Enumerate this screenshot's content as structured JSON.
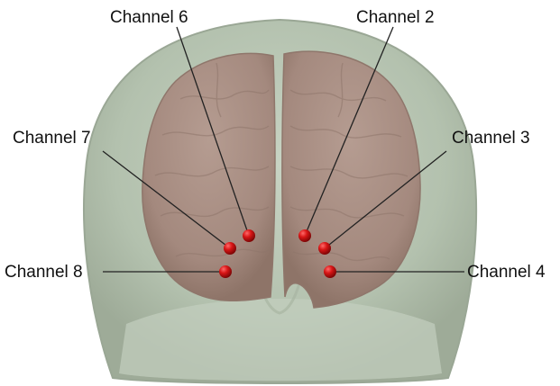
{
  "colors": {
    "head_fill": "#b9c6b4",
    "head_edge": "#9aa795",
    "brain_fill": "#a88e83",
    "brain_shade": "#8f766b",
    "electrode": "#cc1010",
    "leader_line": "#222222"
  },
  "channels": [
    {
      "id": "channel-6",
      "label": "Channel 6"
    },
    {
      "id": "channel-2",
      "label": "Channel 2"
    },
    {
      "id": "channel-7",
      "label": "Channel 7"
    },
    {
      "id": "channel-3",
      "label": "Channel 3"
    },
    {
      "id": "channel-8",
      "label": "Channel 8"
    },
    {
      "id": "channel-4",
      "label": "Channel 4"
    }
  ]
}
